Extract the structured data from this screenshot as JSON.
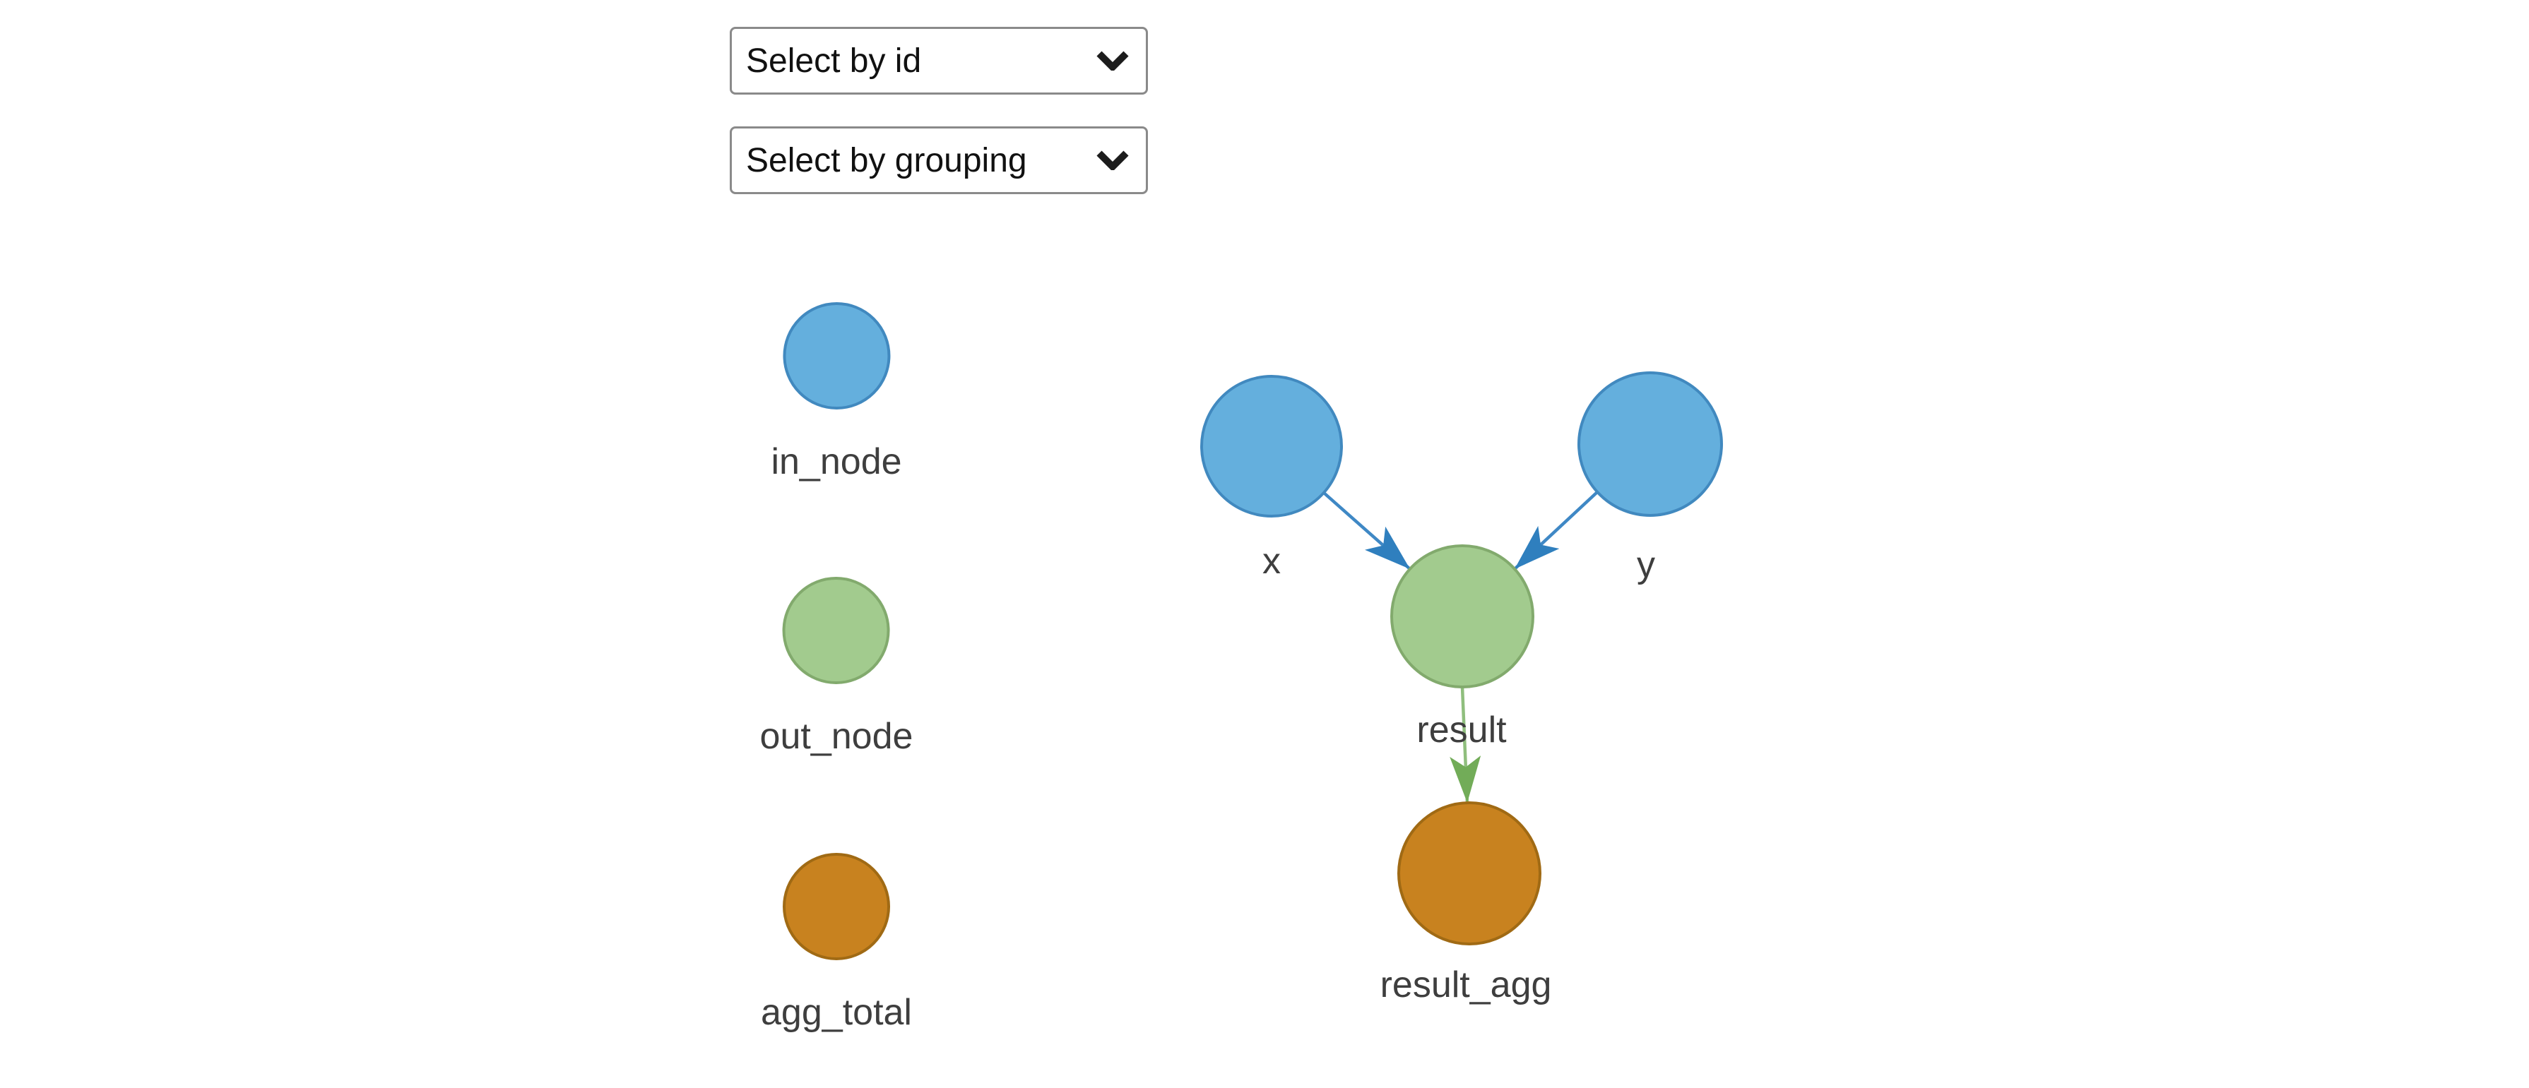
{
  "controls": {
    "select_by_id": {
      "value": "Select by id"
    },
    "select_by_grouping": {
      "value": "Select by grouping"
    }
  },
  "legend": {
    "items": [
      {
        "label": "in_node",
        "color": "#64afdd"
      },
      {
        "label": "out_node",
        "color": "#a2cb8e"
      },
      {
        "label": "agg_total",
        "color": "#c8821f"
      }
    ]
  },
  "graph": {
    "nodes": [
      {
        "id": "x",
        "label": "x",
        "group": "in_node"
      },
      {
        "id": "y",
        "label": "y",
        "group": "in_node"
      },
      {
        "id": "result",
        "label": "result",
        "group": "out_node"
      },
      {
        "id": "result_agg",
        "label": "result_agg",
        "group": "agg_total"
      }
    ],
    "edges": [
      {
        "from": "x",
        "to": "result"
      },
      {
        "from": "y",
        "to": "result"
      },
      {
        "from": "result",
        "to": "result_agg"
      }
    ]
  },
  "colors": {
    "in_node_fill": "#64afdd",
    "in_node_border": "#4189bf",
    "out_node_fill": "#a2cb8e",
    "out_node_border": "#82aa6d",
    "agg_fill": "#c8821f",
    "agg_border": "#a06a14",
    "edge_blue": "#3f88c5",
    "arrow_blue": "#2f7fbe",
    "edge_green": "#8fbe7d",
    "arrow_green": "#72ac58",
    "label_text": "#3e3e3e"
  }
}
